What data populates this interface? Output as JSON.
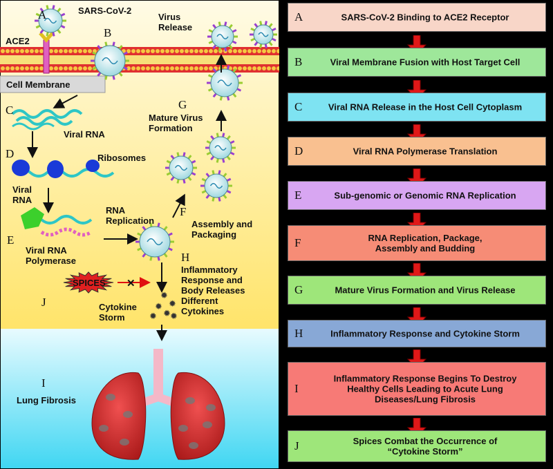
{
  "left_panel": {
    "title": "SARS-CoV-2",
    "ace2": "ACE2",
    "cell_membrane": "Cell Membrane",
    "virus_release": "Virus\nRelease",
    "viral_rna_1": "Viral RNA",
    "ribosomes": "Ribosomes",
    "viral_rna_2": "Viral\nRNA",
    "rna_replication": "RNA\nReplication",
    "viral_rna_polymerase": "Viral RNA\nPolymerase",
    "mature_virus_formation": "Mature Virus\nFormation",
    "assembly_packaging": "Assembly and\nPackaging",
    "inflammatory": "Inflammatory\nResponse and\nBody Releases\nDifferent\nCytokines",
    "spices": "SPICES",
    "cytokine_storm": "Cytokine\nStorm",
    "lung_fibrosis": "Lung Fibrosis",
    "letters": {
      "A": "A",
      "B": "B",
      "C": "C",
      "D": "D",
      "E": "E",
      "F": "F",
      "G": "G",
      "H": "H",
      "I": "I",
      "J": "J"
    }
  },
  "steps": [
    {
      "letter": "A",
      "text": "SARS-CoV-2 Binding to ACE2 Receptor",
      "color": "#f8d6c8"
    },
    {
      "letter": "B",
      "text": "Viral Membrane Fusion with Host Target Cell",
      "color": "#9ee79a"
    },
    {
      "letter": "C",
      "text": "Viral RNA Release in the Host Cell  Cytoplasm",
      "color": "#7ee3f2"
    },
    {
      "letter": "D",
      "text": "Viral RNA Polymerase Translation",
      "color": "#f9c090"
    },
    {
      "letter": "E",
      "text": "Sub-genomic or Genomic RNA Replication",
      "color": "#d8a6f2"
    },
    {
      "letter": "F",
      "text": "RNA Replication, Package,\nAssembly and Budding",
      "color": "#f68c76"
    },
    {
      "letter": "G",
      "text": "Mature Virus Formation and Virus Release",
      "color": "#9ee67a"
    },
    {
      "letter": "H",
      "text": "Inflammatory Response and Cytokine Storm",
      "color": "#88a8d6"
    },
    {
      "letter": "I",
      "text": "Inflammatory Response Begins To Destroy\nHealthy Cells Leading to Acute Lung\nDiseases/Lung Fibrosis",
      "color": "#f77a76"
    },
    {
      "letter": "J",
      "text": "Spices Combat the Occurrence of\n“Cytokine Storm”",
      "color": "#9ee67a"
    }
  ]
}
